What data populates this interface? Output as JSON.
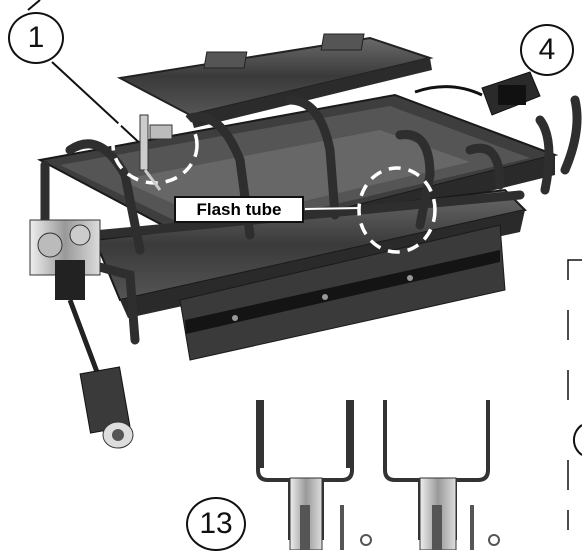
{
  "callouts": {
    "c1": "1",
    "c4": "4",
    "c13": "13"
  },
  "labels": {
    "flash_tube": "Flash tube"
  },
  "colors": {
    "metal_dark": "#2a2a2a",
    "metal_mid": "#4a4a4a",
    "metal_light": "#7a7a7a",
    "background": "#ffffff",
    "line": "#111111"
  }
}
